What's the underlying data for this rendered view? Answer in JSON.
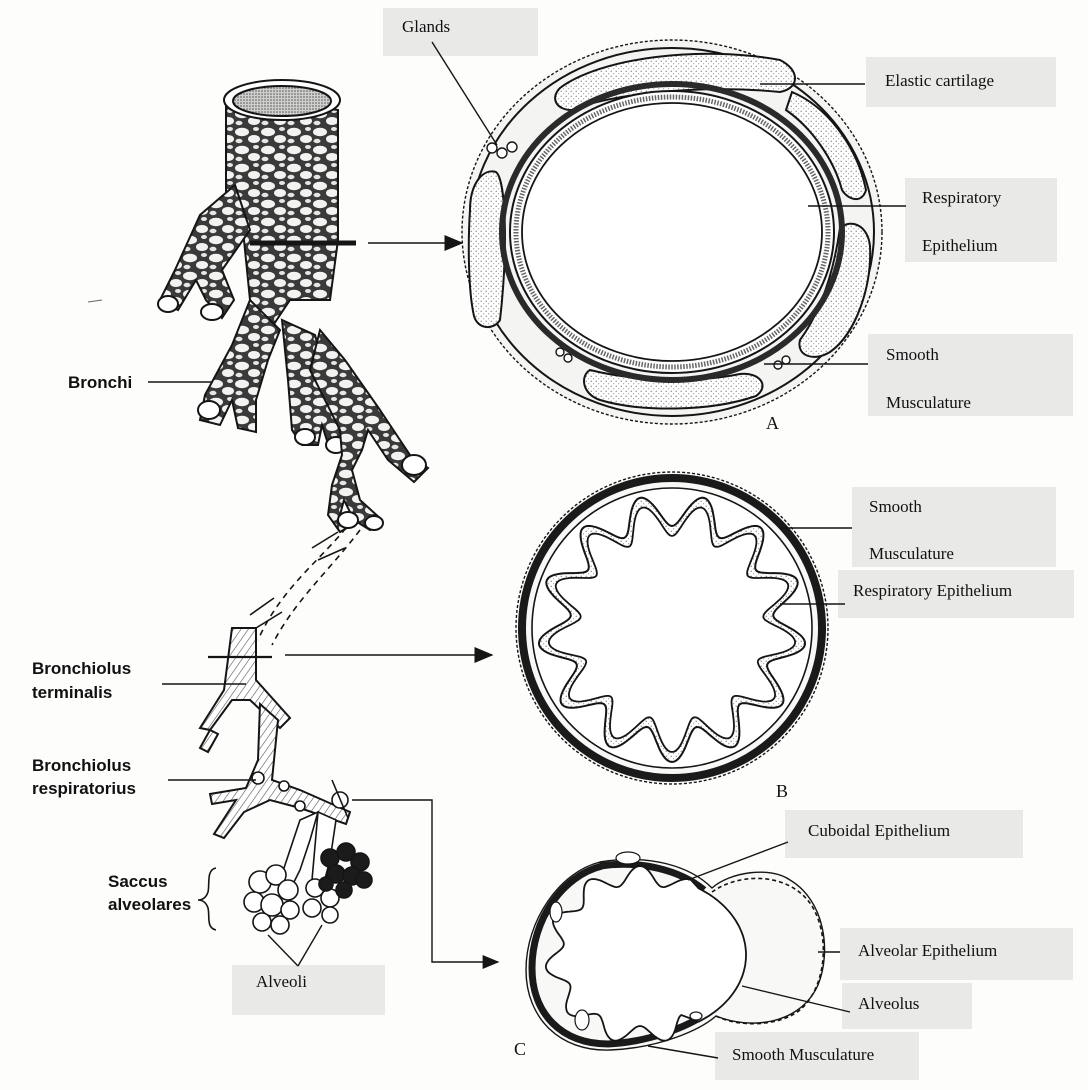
{
  "labels": {
    "glands": "Glands",
    "elastic_cartilage": "Elastic cartilage",
    "respiratory_a_line1": "Respiratory",
    "respiratory_a_line2": "Epithelium",
    "smooth_a_line1": "Smooth",
    "smooth_a_line2": "Musculature",
    "panel_a": "A",
    "bronchi": "Bronchi",
    "smooth_b_line1": "Smooth",
    "smooth_b_line2": "Musculature",
    "respiratory_b": "Respiratory Epithelium",
    "panel_b": "B",
    "bronchiolus_terminalis_line1": "Bronchiolus",
    "bronchiolus_terminalis_line2": "terminalis",
    "bronchiolus_respiratorius_line1": "Bronchiolus",
    "bronchiolus_respiratorius_line2": "respiratorius",
    "saccus_line1": "Saccus",
    "saccus_line2": "alveolares",
    "alveoli": "Alveoli",
    "cuboidal": "Cuboidal Epithelium",
    "alveolar_epithelium": "Alveolar Epithelium",
    "alveolus": "Alveolus",
    "panel_c": "C",
    "smooth_c": "Smooth Musculature"
  },
  "colors": {
    "ink": "#151515",
    "label_box": "#e9e9e8",
    "stipple": "#8a8a88",
    "paper": "#fdfdfc"
  }
}
